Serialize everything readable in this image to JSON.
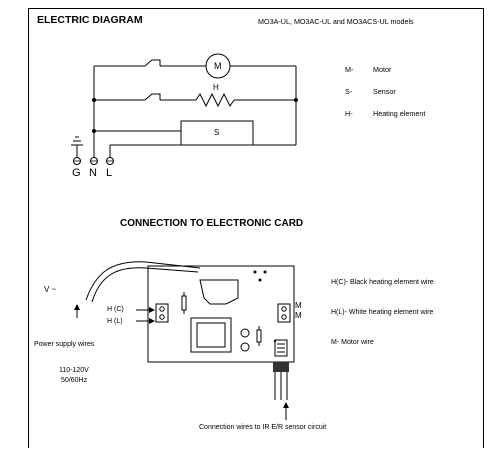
{
  "header": {
    "title": "ELECTRIC DIAGRAM",
    "models": "MO3A-UL, MO3AC-UL  and MO3ACS-UL models"
  },
  "electric_diagram": {
    "motor_symbol": "M",
    "heater_symbol": "H",
    "sensor_symbol": "S",
    "terminals": [
      "G",
      "N",
      "L"
    ],
    "legend": [
      {
        "code": "M-",
        "label": "Motor"
      },
      {
        "code": "S-",
        "label": "Sensor"
      },
      {
        "code": "H-",
        "label": "Heating element"
      }
    ]
  },
  "connection": {
    "title": "CONNECTION TO ELECTRONIC CARD",
    "voltage_symbol": "V ~",
    "left_labels": {
      "hc": "H (C)",
      "hl": "H (L)"
    },
    "right_marks": {
      "top": "M",
      "bottom": "M"
    },
    "power_supply": "Power supply wires",
    "voltage": "110-120V",
    "frequency": "50/60Hz",
    "right_legend": {
      "hc": "H(C)- Black heating element wire",
      "hl": "H(L)- White heating element wire",
      "m": "M- Motor wire"
    },
    "sensor_caption": "Connection wires to IR E/R sensor circuit"
  }
}
